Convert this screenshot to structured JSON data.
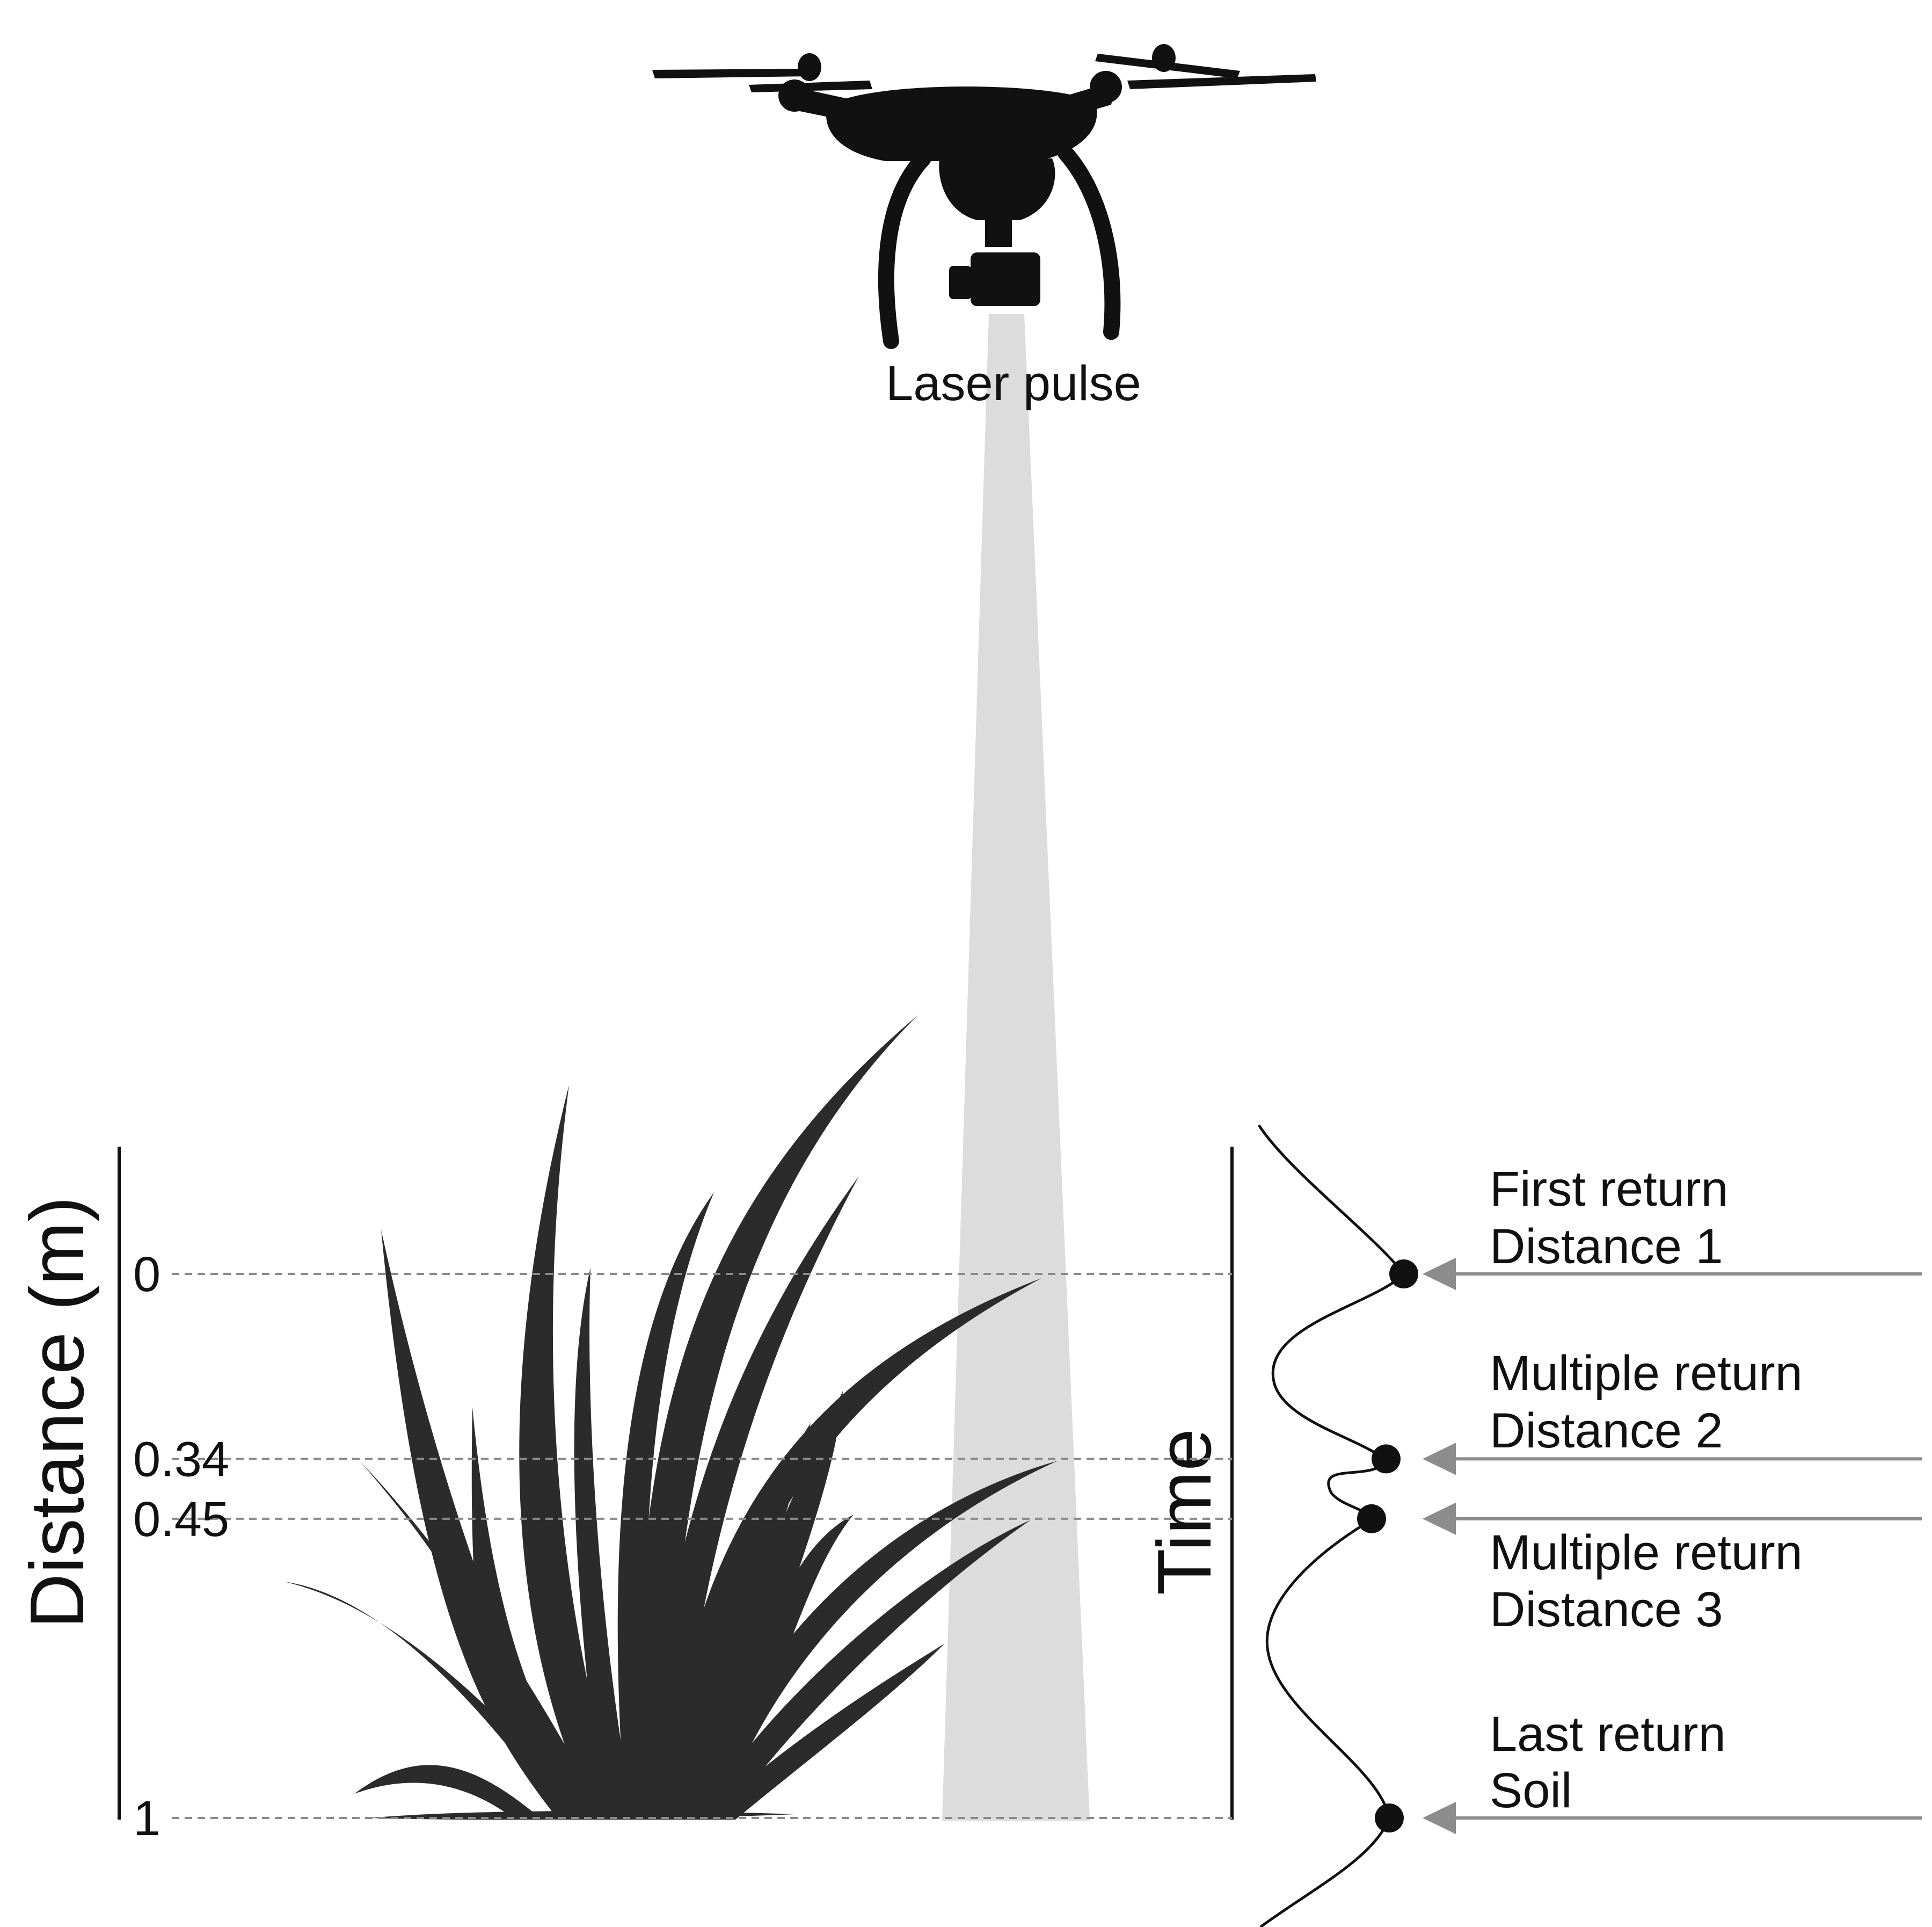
{
  "drone": {
    "pulse_label": "Laser pulse"
  },
  "distance_axis": {
    "title": "Distance (m)",
    "ticks": [
      {
        "label": "0",
        "value": 0
      },
      {
        "label": "0.34",
        "value": 0.34
      },
      {
        "label": "0.45",
        "value": 0.45
      },
      {
        "label": "1",
        "value": 1
      }
    ]
  },
  "time_axis": {
    "title": "Time"
  },
  "returns": [
    {
      "line1": "First return",
      "line2": "Distance 1",
      "distance": 0
    },
    {
      "line1": "Multiple return",
      "line2": "Distance 2",
      "distance": 0.34
    },
    {
      "line1": "Multiple return",
      "line2": "Distance 3",
      "distance": 0.45
    },
    {
      "line1": "Last return",
      "line2": "Soil",
      "distance": 1
    }
  ],
  "colors": {
    "ink": "#111111",
    "beam": "#dcdcdc",
    "guide": "#8a8a8a",
    "arrow": "#8c8c8c",
    "plant": "#2b2b2b"
  }
}
